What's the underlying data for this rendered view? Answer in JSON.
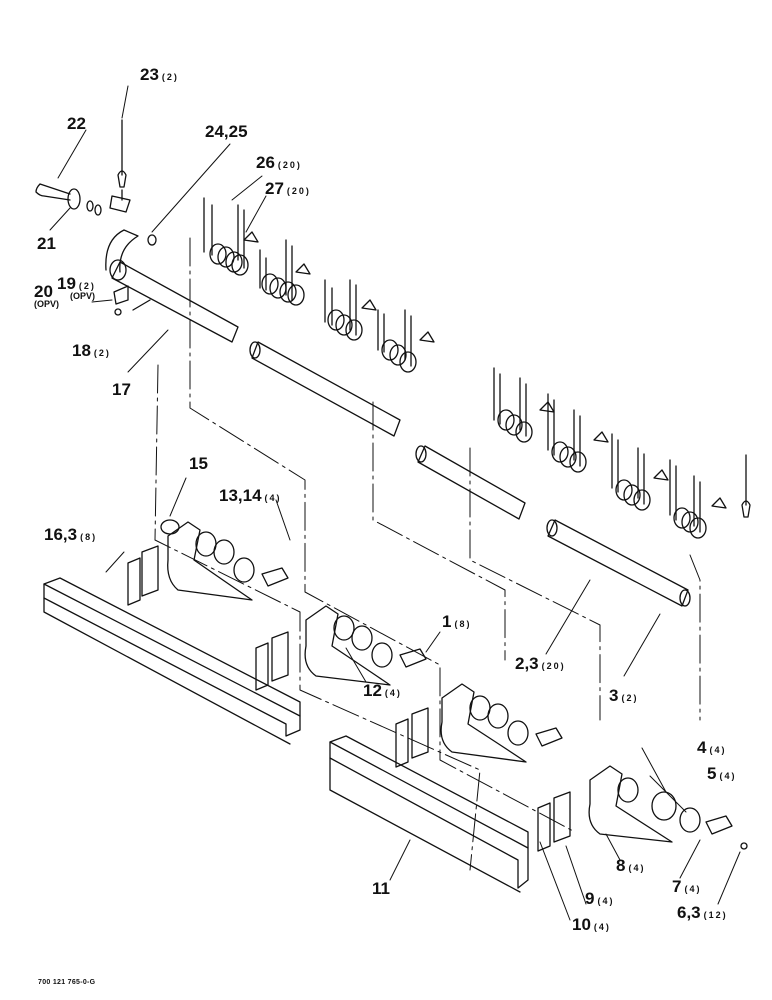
{
  "callouts": [
    {
      "id": "c23",
      "number": "23",
      "qty": "(2)"
    },
    {
      "id": "c22",
      "number": "22",
      "qty": ""
    },
    {
      "id": "c2425",
      "number": "24,25",
      "qty": ""
    },
    {
      "id": "c26",
      "number": "26",
      "qty": "(20)"
    },
    {
      "id": "c27",
      "number": "27",
      "qty": "(20)"
    },
    {
      "id": "c21",
      "number": "21",
      "qty": ""
    },
    {
      "id": "c20",
      "number": "20",
      "qty": ""
    },
    {
      "id": "c19",
      "number": "19",
      "qty": "(2)"
    },
    {
      "id": "c18",
      "number": "18",
      "qty": "(2)"
    },
    {
      "id": "c17",
      "number": "17",
      "qty": ""
    },
    {
      "id": "c15",
      "number": "15",
      "qty": ""
    },
    {
      "id": "c1314",
      "number": "13,14",
      "qty": "(4)"
    },
    {
      "id": "c163",
      "number": "16,3",
      "qty": "(8)"
    },
    {
      "id": "c1",
      "number": "1",
      "qty": "(8)"
    },
    {
      "id": "c12",
      "number": "12",
      "qty": "(4)"
    },
    {
      "id": "c23b",
      "number": "2,3",
      "qty": "(20)"
    },
    {
      "id": "c3",
      "number": "3",
      "qty": "(2)"
    },
    {
      "id": "c4",
      "number": "4",
      "qty": "(4)"
    },
    {
      "id": "c5",
      "number": "5",
      "qty": "(4)"
    },
    {
      "id": "c8",
      "number": "8",
      "qty": "(4)"
    },
    {
      "id": "c11",
      "number": "11",
      "qty": ""
    },
    {
      "id": "c7",
      "number": "7",
      "qty": "(4)"
    },
    {
      "id": "c9",
      "number": "9",
      "qty": "(4)"
    },
    {
      "id": "c63",
      "number": "6,3",
      "qty": "(12)"
    },
    {
      "id": "c10",
      "number": "10",
      "qty": "(4)"
    }
  ],
  "option_labels": {
    "label_20": "(OPV)",
    "label_19": "(OPV)"
  },
  "document_number": "700 121 765-0-G"
}
